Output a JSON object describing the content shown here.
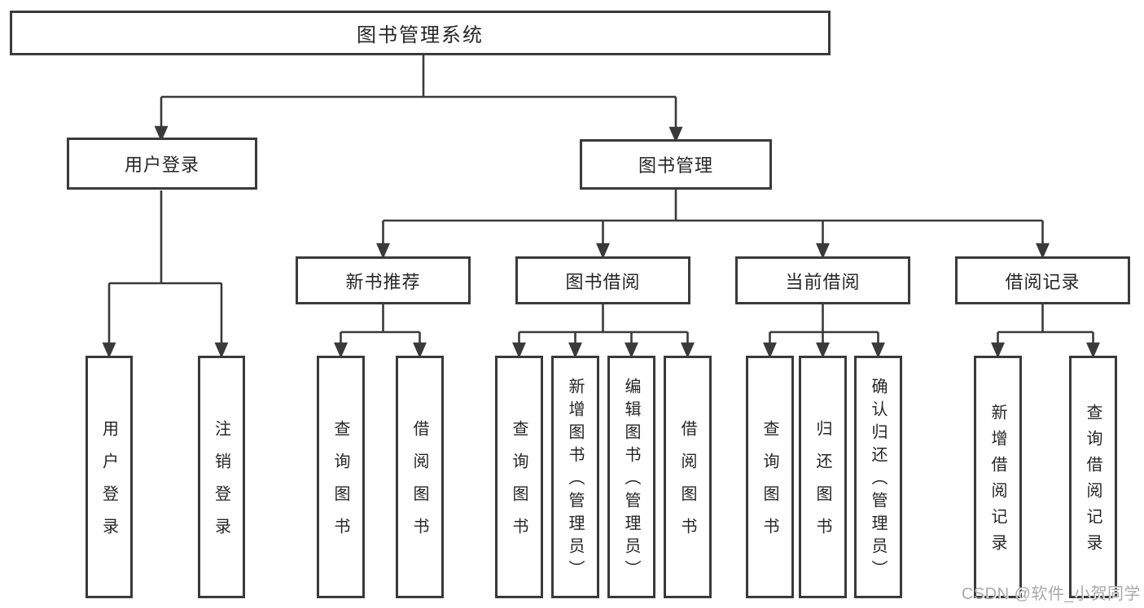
{
  "tree": {
    "label": "图书管理系统",
    "children": [
      {
        "label": "用户登录",
        "children": [
          {
            "label": "用户登录"
          },
          {
            "label": "注销登录"
          }
        ]
      },
      {
        "label": "图书管理",
        "children": [
          {
            "label": "新书推荐",
            "children": [
              {
                "label": "查询图书"
              },
              {
                "label": "借阅图书"
              }
            ]
          },
          {
            "label": "图书借阅",
            "children": [
              {
                "label": "查询图书"
              },
              {
                "label": "新增图书（管理员）"
              },
              {
                "label": "编辑图书（管理员）"
              },
              {
                "label": "借阅图书"
              }
            ]
          },
          {
            "label": "当前借阅",
            "children": [
              {
                "label": "查询图书"
              },
              {
                "label": "归还图书"
              },
              {
                "label": "确认归还（管理员）"
              }
            ]
          },
          {
            "label": "借阅记录",
            "children": [
              {
                "label": "新增借阅记录"
              },
              {
                "label": "查询借阅记录"
              }
            ]
          }
        ]
      }
    ]
  },
  "watermark": {
    "text": "CSDN @软件_小贺同学"
  },
  "colors": {
    "line": "#3a3a3a",
    "box_border": "#3a3a3a",
    "text": "#262626",
    "watermark": "#a9a9a9",
    "background": "#ffffff"
  }
}
